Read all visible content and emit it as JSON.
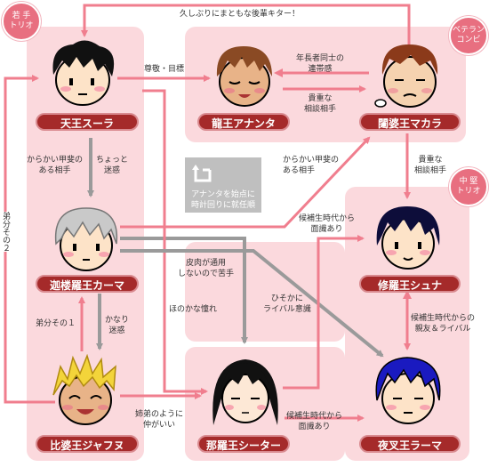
{
  "groups": {
    "young": {
      "badge": [
        "若 手",
        "トリオ"
      ]
    },
    "veteran": {
      "badge": [
        "ベテラン",
        "コンビ"
      ]
    },
    "middle": {
      "badge": [
        "中 堅",
        "トリオ"
      ]
    }
  },
  "characters": {
    "sura": "天王スーラ",
    "ananta": "龍王アナンタ",
    "makara": "闥婆王マカラ",
    "kama": "迦楼羅王カーマ",
    "shuna": "修羅王シュナ",
    "jafnu": "比婆王ジャフヌ",
    "sita": "那羅王シーター",
    "rama": "夜叉王ラーマ"
  },
  "relations": {
    "top_loop": "久しぶりにまともな後輩キター！",
    "sura_to_ananta": "尊敬・目標",
    "makara_to_ananta": [
      "年長者同士の",
      "連帯感"
    ],
    "ananta_to_makara": [
      "貴重な",
      "相談相手"
    ],
    "sura_to_kama": [
      "からかい甲斐の",
      "ある相手"
    ],
    "kama_to_sura": [
      "ちょっと",
      "迷惑"
    ],
    "kama_to_makara": [
      "からかい甲斐の",
      "ある相手"
    ],
    "makara_to_shuna": [
      "貴重な",
      "相談相手"
    ],
    "jafnu_to_sura": "弟分その２",
    "jafnu_to_kama": "弟分その１",
    "kama_to_jafnu": [
      "かなり",
      "迷惑"
    ],
    "kama_to_sita": [
      "皮肉が通用",
      "しないので苦手"
    ],
    "sura_to_sita": "ほのかな憧れ",
    "kama_to_rama": [
      "ひそかに",
      "ライバル意識"
    ],
    "sita_to_shuna": [
      "候補生時代から",
      "面識あり"
    ],
    "shuna_to_rama": [
      "候補生時代からの",
      "親友＆ライバル"
    ],
    "sita_to_rama": [
      "候補生時代から",
      "面識あり"
    ],
    "jafnu_to_sita": [
      "姉弟のように",
      "仲がいい"
    ]
  },
  "legend": {
    "text": [
      "アナンタを始点に",
      "時計回りに就任順"
    ],
    "icon": "clockwise-arrow-icon"
  },
  "colors": {
    "zone": "#fbd9dd",
    "tag": "#a52a2a",
    "arrow_pink": "#f07e8e",
    "arrow_gray": "#9a9a9a",
    "badge": "#e86f80"
  }
}
